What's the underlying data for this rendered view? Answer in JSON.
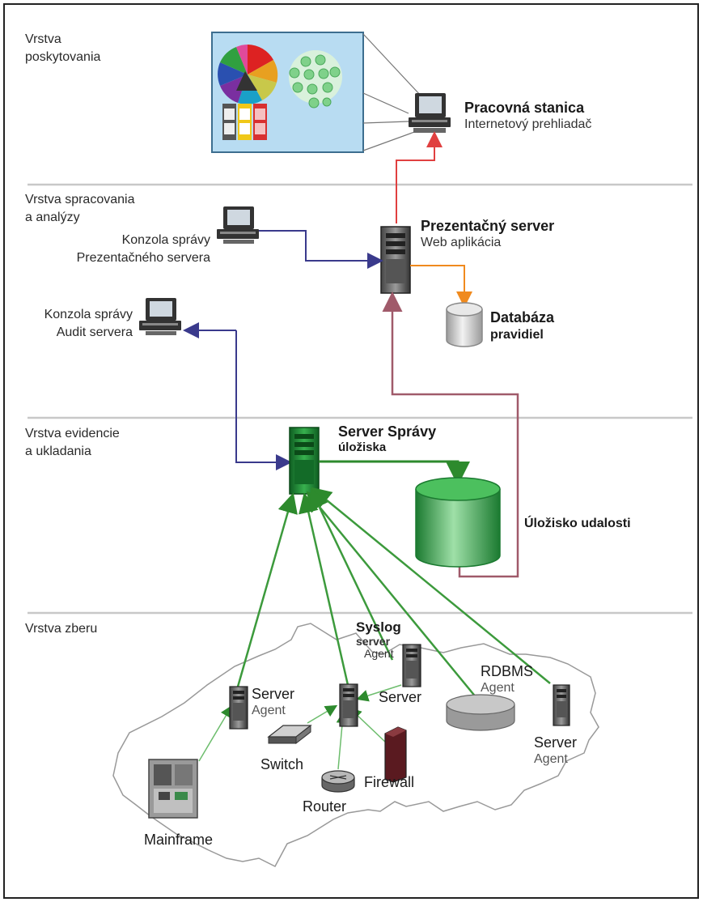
{
  "layers": {
    "presentation": [
      "Vrstva",
      "poskytovania"
    ],
    "processing": [
      "Vrstva spracovania",
      "a analýzy"
    ],
    "storage": [
      "Vrstva evidencie",
      "a ukladania"
    ],
    "collection": "Vrstva zberu"
  },
  "nodes": {
    "workstation": {
      "title": "Pracovná stanica",
      "subtitle": "Internetový prehliadač"
    },
    "presentation_server": {
      "title": "Prezentačný server",
      "subtitle": "Web aplikácia"
    },
    "console_presentation": [
      "Konzola správy",
      "Prezentačného servera"
    ],
    "console_audit": [
      "Konzola správy",
      "Audit servera"
    ],
    "rules_db": [
      "Databáza",
      "pravidiel"
    ],
    "storage_server": [
      "Server Správy",
      "úložiska"
    ],
    "event_store": "Úložisko udalosti",
    "syslog": [
      "Syslog",
      "server",
      "Agent"
    ],
    "rdbms": [
      "RDBMS",
      "Agent"
    ],
    "server_agent_left": [
      "Server",
      "Agent"
    ],
    "server_mid": "Server",
    "server_agent_right": [
      "Server",
      "Agent"
    ],
    "switch": "Switch",
    "firewall": "Firewall",
    "router": "Router",
    "mainframe": "Mainframe"
  },
  "colors": {
    "divider": "#c8c8c8",
    "link_red": "#e04040",
    "link_blue": "#3a3a8c",
    "link_orange": "#f08a1e",
    "link_maroon": "#a05a6a",
    "link_green": "#3c9a3c",
    "storage_green": "#1e8f3a",
    "panel_blue": "#b8dcf2"
  }
}
